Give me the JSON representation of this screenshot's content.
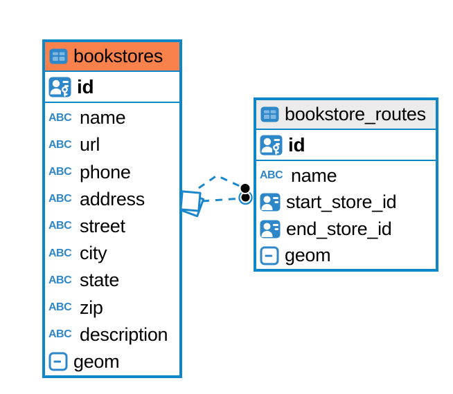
{
  "diagram": {
    "background": "#ffffff",
    "table_border_color": "#0E87C9",
    "relationship_line_color": "#1A86CC",
    "icon_blue": "#2E87C8"
  },
  "icons": {
    "text_type_label": "ABC"
  },
  "tables": [
    {
      "title": "bookstores",
      "header_color": "#F9814C",
      "primary_key": "id",
      "columns": [
        {
          "name": "name",
          "type": "text"
        },
        {
          "name": "url",
          "type": "text"
        },
        {
          "name": "phone",
          "type": "text"
        },
        {
          "name": "address",
          "type": "text"
        },
        {
          "name": "street",
          "type": "text"
        },
        {
          "name": "city",
          "type": "text"
        },
        {
          "name": "state",
          "type": "text"
        },
        {
          "name": "zip",
          "type": "text"
        },
        {
          "name": "description",
          "type": "text"
        },
        {
          "name": "geom",
          "type": "geometry"
        }
      ]
    },
    {
      "title": "bookstore_routes",
      "header_color": "#EBEBEB",
      "primary_key": "id",
      "columns": [
        {
          "name": "name",
          "type": "text"
        },
        {
          "name": "start_store_id",
          "type": "reference"
        },
        {
          "name": "end_store_id",
          "type": "reference"
        },
        {
          "name": "geom",
          "type": "geometry"
        }
      ]
    }
  ],
  "relationships": [
    {
      "from_table": "bookstores",
      "to_table": "bookstore_routes",
      "style": "dashed",
      "source_marker": "diamond",
      "target_marker": "dot"
    },
    {
      "from_table": "bookstores",
      "to_table": "bookstore_routes",
      "style": "dashed",
      "source_marker": "diamond",
      "target_marker": "dot"
    }
  ]
}
